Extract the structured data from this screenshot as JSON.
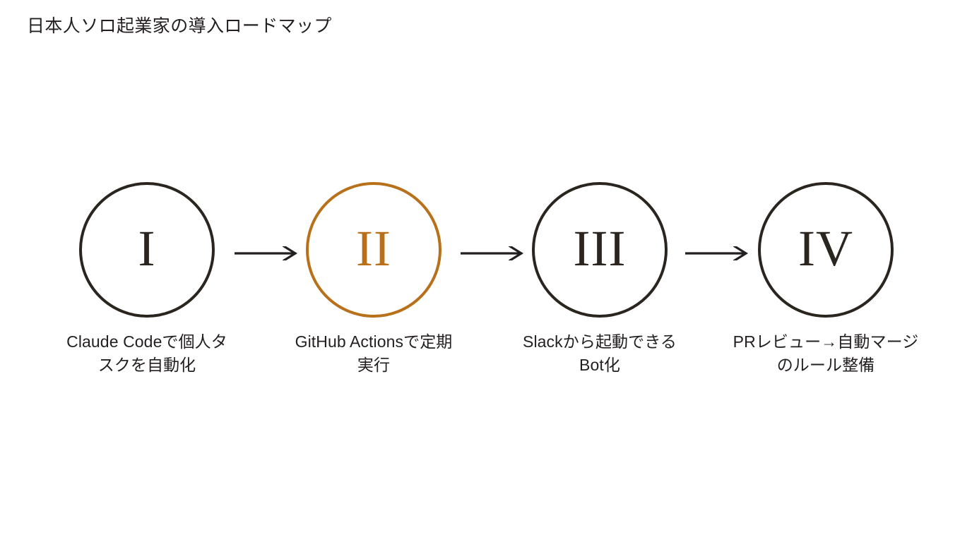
{
  "slide": {
    "title": "日本人ソロ起業家の導入ロードマップ",
    "background_color": "#ffffff",
    "text_color": "#231f20",
    "accent_color": "#b8701a",
    "stroke_color": "#2b2520"
  },
  "roadmap": {
    "steps": [
      {
        "numeral": "I",
        "label": "Claude Codeで個人タスクを自動化",
        "accent": false
      },
      {
        "numeral": "II",
        "label": "GitHub Actionsで定期実行",
        "accent": true
      },
      {
        "numeral": "III",
        "label": "Slackから起動できるBot化",
        "accent": false
      },
      {
        "numeral": "IV",
        "label": "PRレビュー→自動マージのルール整備",
        "accent": false
      }
    ],
    "connectors": [
      {
        "glyph": "→"
      },
      {
        "glyph": "→"
      },
      {
        "glyph": "→"
      }
    ]
  }
}
